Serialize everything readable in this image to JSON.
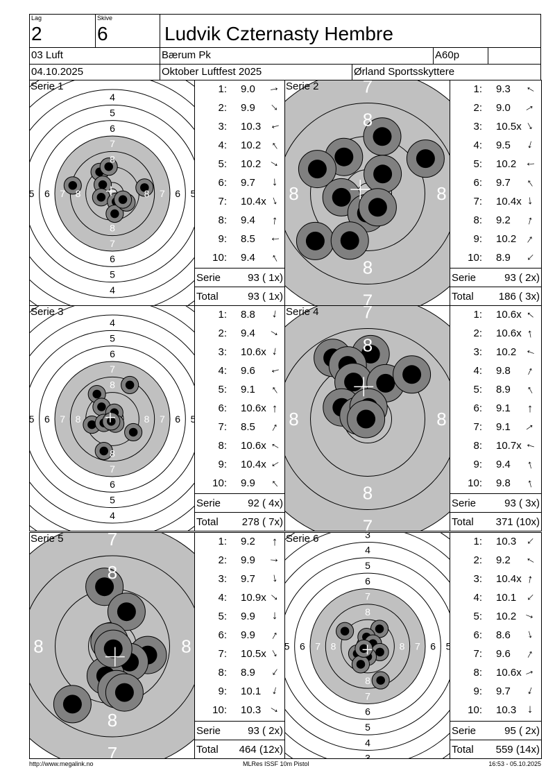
{
  "header": {
    "lag_label": "Lag",
    "lag": "2",
    "skive_label": "Skive",
    "skive": "6",
    "shooter_name": "Ludvik Czternasty Hembre",
    "class": "03 Luft",
    "club": "Bærum Pk",
    "program": "A60p",
    "date": "04.10.2025",
    "event": "Oktober Luftfest 2025",
    "host_club": "Ørland Sportsskyttere"
  },
  "labels": {
    "serie": "Serie",
    "total": "Total"
  },
  "colors": {
    "black_area": "#c0c0c0",
    "shot_halo": "#808080",
    "shot_core": "#000000",
    "crosshair": "#ffffff"
  },
  "series": [
    {
      "title": "Serie 1",
      "magnified": false,
      "shots": [
        [
          -20.5,
          -4.2
        ],
        [
          -6.6,
          -11.2
        ],
        [
          -1.9,
          -13.9
        ],
        [
          -5.0,
          -4.6
        ],
        [
          -5.8,
          1.9
        ],
        [
          16.6,
          -3.1
        ],
        [
          1.9,
          4.2
        ],
        [
          1.2,
          10.4
        ],
        [
          7.3,
          4.6
        ],
        [
          5.4,
          3.1
        ]
      ],
      "scores": [
        {
          "n": "1:",
          "value": "9.0",
          "dir": 80
        },
        {
          "n": "2:",
          "value": "9.9",
          "dir": 135
        },
        {
          "n": "3:",
          "value": "10.3",
          "dir": 255
        },
        {
          "n": "4:",
          "value": "10.2",
          "dir": 325
        },
        {
          "n": "5:",
          "value": "10.2",
          "dir": 120
        },
        {
          "n": "6:",
          "value": "9.7",
          "dir": 178
        },
        {
          "n": "7:",
          "value": "10.4x",
          "dir": 160
        },
        {
          "n": "8:",
          "value": "9.4",
          "dir": 5
        },
        {
          "n": "9:",
          "value": "8.5",
          "dir": 265
        },
        {
          "n": "10:",
          "value": "9.4",
          "dir": 330
        }
      ],
      "serie_sum": "93 ( 1x)",
      "total_sum": "93 ( 1x)"
    },
    {
      "title": "Serie 2",
      "magnified": true,
      "shots": [
        [
          3.5,
          -13.7
        ],
        [
          13.9,
          -8.4
        ],
        [
          -5.7,
          -8.8
        ],
        [
          -12.1,
          -5.9
        ],
        [
          3.6,
          -4.7
        ],
        [
          -6.3,
          0.9
        ],
        [
          -0.3,
          4.7
        ],
        [
          2.4,
          3.3
        ],
        [
          -12.6,
          11.4
        ],
        [
          -4.3,
          11.3
        ]
      ],
      "scores": [
        {
          "n": "1:",
          "value": "9.3",
          "dir": 300
        },
        {
          "n": "2:",
          "value": "9.0",
          "dir": 60
        },
        {
          "n": "3:",
          "value": "10.5x",
          "dir": 150
        },
        {
          "n": "4:",
          "value": "9.5",
          "dir": 195
        },
        {
          "n": "5:",
          "value": "10.2",
          "dir": 265
        },
        {
          "n": "6:",
          "value": "9.7",
          "dir": 325
        },
        {
          "n": "7:",
          "value": "10.4x",
          "dir": 175
        },
        {
          "n": "8:",
          "value": "9.2",
          "dir": 15
        },
        {
          "n": "9:",
          "value": "10.2",
          "dir": 35
        },
        {
          "n": "10:",
          "value": "8.9",
          "dir": 225
        }
      ],
      "serie_sum": "93 ( 2x)",
      "total_sum": "186 ( 3x)"
    },
    {
      "title": "Serie 3",
      "magnified": false,
      "shots": [
        [
          9.0,
          -17.6
        ],
        [
          -8.0,
          -12.9
        ],
        [
          -5.6,
          -6.3
        ],
        [
          1.0,
          -3.3
        ],
        [
          1.5,
          2.4
        ],
        [
          -10.6,
          2.9
        ],
        [
          -4.4,
          2.0
        ],
        [
          -0.6,
          1.2
        ],
        [
          10.8,
          6.8
        ],
        [
          -4.4,
          16.5
        ]
      ],
      "scores": [
        {
          "n": "1:",
          "value": "8.8",
          "dir": 190
        },
        {
          "n": "2:",
          "value": "9.4",
          "dir": 120
        },
        {
          "n": "3:",
          "value": "10.6x",
          "dir": 190
        },
        {
          "n": "4:",
          "value": "9.6",
          "dir": 255
        },
        {
          "n": "5:",
          "value": "9.1",
          "dir": 325
        },
        {
          "n": "6:",
          "value": "10.6x",
          "dir": 0
        },
        {
          "n": "7:",
          "value": "8.5",
          "dir": 30
        },
        {
          "n": "8:",
          "value": "10.6x",
          "dir": 300
        },
        {
          "n": "9:",
          "value": "10.4x",
          "dir": 240
        },
        {
          "n": "10:",
          "value": "9.9",
          "dir": 320
        }
      ],
      "serie_sum": "92 ( 4x)",
      "total_sum": "278 ( 7x)"
    },
    {
      "title": "Serie 4",
      "magnified": true,
      "shots": [
        [
          -8.4,
          -14.7
        ],
        [
          0.7,
          -15.6
        ],
        [
          -4.8,
          -12.9
        ],
        [
          -3.4,
          -8.9
        ],
        [
          4.3,
          -8.6
        ],
        [
          10.6,
          -10.7
        ],
        [
          -6.2,
          -2.8
        ],
        [
          -2.2,
          -0.8
        ],
        [
          0.2,
          -2.8
        ],
        [
          -0.4,
          0.0
        ]
      ],
      "scores": [
        {
          "n": "1:",
          "value": "10.6x",
          "dir": 310
        },
        {
          "n": "2:",
          "value": "10.6x",
          "dir": 350
        },
        {
          "n": "3:",
          "value": "10.2",
          "dir": 290
        },
        {
          "n": "4:",
          "value": "9.8",
          "dir": 25
        },
        {
          "n": "5:",
          "value": "8.9",
          "dir": 330
        },
        {
          "n": "6:",
          "value": "9.1",
          "dir": 0
        },
        {
          "n": "7:",
          "value": "9.1",
          "dir": 55
        },
        {
          "n": "8:",
          "value": "10.7x",
          "dir": 285
        },
        {
          "n": "9:",
          "value": "9.4",
          "dir": 345
        },
        {
          "n": "10:",
          "value": "9.8",
          "dir": 345
        }
      ],
      "serie_sum": "93 ( 3x)",
      "total_sum": "371 (10x)"
    },
    {
      "title": "Serie 5",
      "magnified": true,
      "shots": [
        [
          -1.9,
          -14.3
        ],
        [
          3.4,
          -8.3
        ],
        [
          -0.7,
          -1.1
        ],
        [
          8.5,
          2.1
        ],
        [
          4.1,
          3.8
        ],
        [
          -1.6,
          7.1
        ],
        [
          1.0,
          10.3
        ],
        [
          2.9,
          11.1
        ],
        [
          -9.6,
          13.9
        ],
        [
          0.2,
          0.6
        ]
      ],
      "scores": [
        {
          "n": "1:",
          "value": "9.2",
          "dir": 0
        },
        {
          "n": "2:",
          "value": "9.9",
          "dir": 95
        },
        {
          "n": "3:",
          "value": "9.7",
          "dir": 170
        },
        {
          "n": "4:",
          "value": "10.9x",
          "dir": 130
        },
        {
          "n": "5:",
          "value": "9.9",
          "dir": 180
        },
        {
          "n": "6:",
          "value": "9.9",
          "dir": 30
        },
        {
          "n": "7:",
          "value": "10.5x",
          "dir": 150
        },
        {
          "n": "8:",
          "value": "8.9",
          "dir": 215
        },
        {
          "n": "9:",
          "value": "10.1",
          "dir": 195
        },
        {
          "n": "10:",
          "value": "10.3",
          "dir": 120
        }
      ],
      "serie_sum": "93 ( 2x)",
      "total_sum": "464 (12x)"
    },
    {
      "title": "Serie 6",
      "magnified": false,
      "shots": [
        [
          -11.8,
          -7.8
        ],
        [
          6.1,
          -9.0
        ],
        [
          -0.6,
          -4.8
        ],
        [
          2.7,
          -1.4
        ],
        [
          6.3,
          3.0
        ],
        [
          -5.4,
          3.8
        ],
        [
          0.0,
          5.4
        ],
        [
          -3.6,
          9.3
        ],
        [
          6.7,
          17.6
        ],
        [
          -2.0,
          1.2
        ]
      ],
      "scores": [
        {
          "n": "1:",
          "value": "10.3",
          "dir": 225
        },
        {
          "n": "2:",
          "value": "9.2",
          "dir": 300
        },
        {
          "n": "3:",
          "value": "10.4x",
          "dir": 10
        },
        {
          "n": "4:",
          "value": "10.1",
          "dir": 225
        },
        {
          "n": "5:",
          "value": "10.2",
          "dir": 110
        },
        {
          "n": "6:",
          "value": "8.6",
          "dir": 165
        },
        {
          "n": "7:",
          "value": "9.6",
          "dir": 30
        },
        {
          "n": "8:",
          "value": "10.6x",
          "dir": 70
        },
        {
          "n": "9:",
          "value": "9.7",
          "dir": 200
        },
        {
          "n": "10:",
          "value": "10.3",
          "dir": 180
        }
      ],
      "serie_sum": "95 ( 2x)",
      "total_sum": "559 (14x)"
    }
  ],
  "footer": {
    "url": "http://www.megalink.no",
    "software": "MLRes ISSF 10m Pistol",
    "timestamp": "16:53 - 05.10.2025"
  }
}
